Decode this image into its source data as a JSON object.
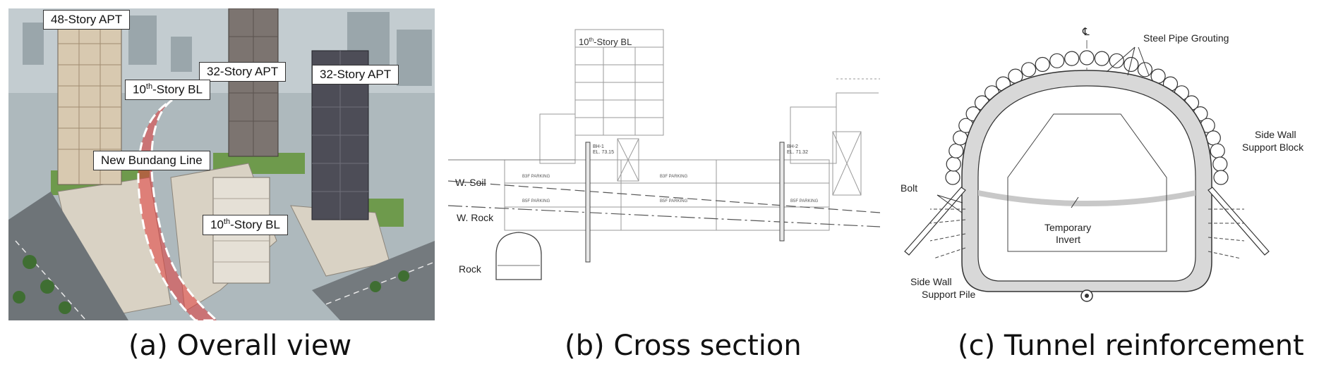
{
  "figure": {
    "panel_a": {
      "caption": "(a) Overall view",
      "labels": {
        "apt48": "48-Story  APT",
        "apt32_left": "32-Story  APT",
        "apt32_right": "32-Story  APT",
        "bl_top_base": "10",
        "bl_top_sup": "th",
        "bl_top_rest": "-Story BL",
        "bundang": "New Bundang Line",
        "bl_bottom_base": "10",
        "bl_bottom_sup": "th",
        "bl_bottom_rest": "-Story BL"
      },
      "colors": {
        "route": "#e23b3b",
        "sky": "#b9c6cc",
        "green": "#5f8a3e"
      }
    },
    "panel_b": {
      "caption": "(b) Cross section",
      "labels": {
        "bl_base": "10",
        "bl_sup": "th",
        "bl_rest": "-Story BL",
        "w_soil": "W. Soil",
        "w_rock": "W. Rock",
        "rock": "Rock",
        "bh1": "BH-1",
        "bh1_el": "EL. 73.15",
        "bh2": "BH-2",
        "bh2_el": "EL. 71.32",
        "parking": "B3F PARKING",
        "parking2": "B5F PARKING"
      }
    },
    "panel_c": {
      "caption": "(c) Tunnel reinforcement",
      "labels": {
        "centerline": "℄",
        "steel_pipe": "Steel Pipe Grouting",
        "side_block_1": "Side Wall",
        "side_block_2": "Support Block",
        "bolt": "Bolt",
        "temp_invert_1": "Temporary",
        "temp_invert_2": "Invert",
        "side_pile_1": "Side Wall",
        "side_pile_2": "Support Pile"
      }
    }
  }
}
